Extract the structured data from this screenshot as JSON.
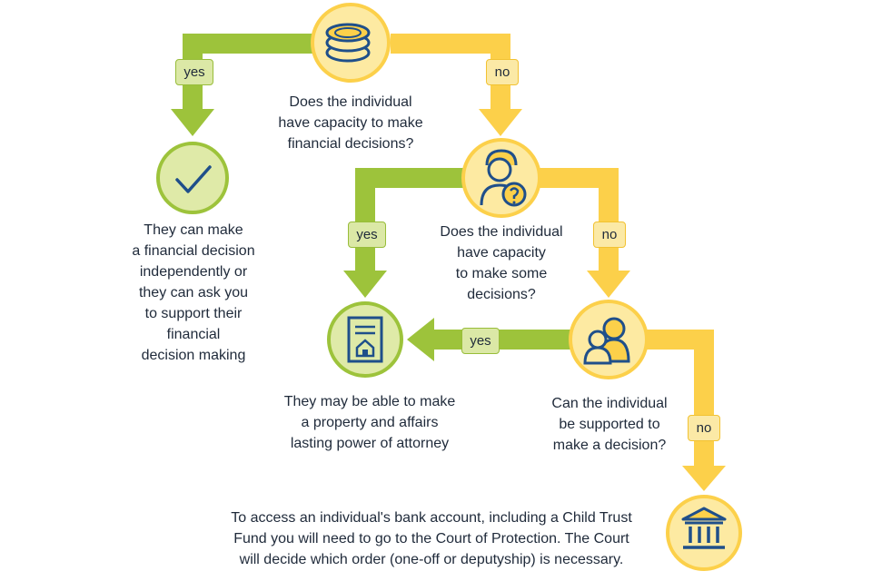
{
  "colors": {
    "green": "#9dc33b",
    "green_light": "#dfeaa8",
    "yellow": "#fcd04a",
    "yellow_light": "#fdeaa2",
    "navy": "#1f4f8a",
    "text": "#1f2a3a"
  },
  "labels": {
    "yes": "yes",
    "no": "no"
  },
  "nodes": {
    "q1": "Does the individual\nhave capacity to make\nfinancial decisions?",
    "q2": "Does the individual\nhave capacity\nto make some\ndecisions?",
    "q3": "Can the individual\nbe supported to\nmake a decision?",
    "outcome_independent": "They can make\na financial decision\nindependently or\nthey can ask you\nto support their\nfinancial\ndecision making",
    "outcome_lpa": "They may be able to make\na property and affairs\nlasting power of attorney",
    "outcome_court": "To access an individual's bank account, including a Child Trust\nFund you will need to go to the Court of Protection. The Court\nwill decide which order (one-off or deputyship) is necessary."
  },
  "icons": {
    "q1": "coins-icon",
    "q2": "person-question-icon",
    "q3": "two-people-icon",
    "outcome_independent": "checkmark-icon",
    "outcome_lpa": "property-document-icon",
    "outcome_court": "court-building-icon"
  }
}
